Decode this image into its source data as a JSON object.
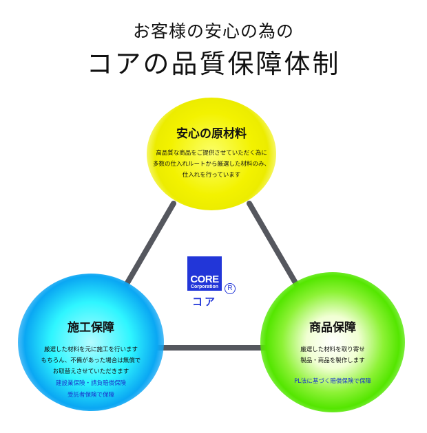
{
  "header": {
    "subtitle": "お客様の安心の為の",
    "title": "コアの品質保障体制"
  },
  "nodes": {
    "materials": {
      "title": "安心の原材料",
      "desc": [
        "高品質な商品をご提供させていただく為に",
        "多数の仕入れルートから厳選した材料のみ、",
        "仕入れを行っています"
      ],
      "color": "#f3f200"
    },
    "construction": {
      "title": "施工保障",
      "desc": [
        "厳選した材料を元に施工を行います",
        "もちろん、不備があった場合は無償で",
        "お取替えさせていただきます"
      ],
      "notes": [
        "建設業保険・請負賠償保険",
        "受託者保険で保障"
      ],
      "color": "#0aa7f3"
    },
    "product": {
      "title": "商品保障",
      "desc": [
        "厳選した材料を取り寄せ",
        "製品・商品を製作します"
      ],
      "notes": [
        "PL法に基づく賠償保険で保障"
      ],
      "color": "#54e600"
    }
  },
  "logo": {
    "word": "CORE",
    "sub": "Corporation",
    "kana": "コア",
    "registered": "R",
    "color": "#2236d8"
  },
  "connector_color": "#55575e",
  "link_pairs": [
    [
      "materials",
      "construction"
    ],
    [
      "materials",
      "product"
    ],
    [
      "construction",
      "product"
    ]
  ]
}
